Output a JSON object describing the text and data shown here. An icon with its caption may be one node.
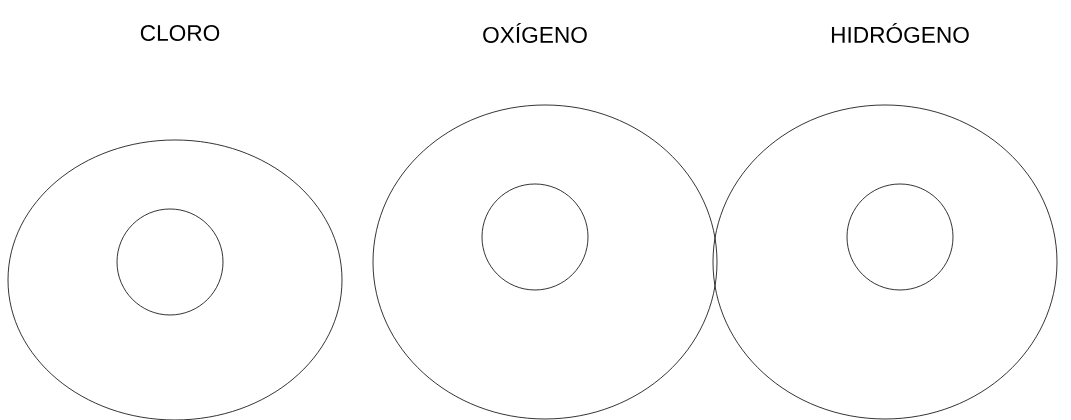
{
  "diagram": {
    "nodes": [
      {
        "text": [
          "CLORO"
        ]
      },
      {
        "text": [],
        "shape": "circle",
        "in": 0
      },
      {
        "text": [
          "OXÍGENO"
        ]
      },
      {
        "text": [],
        "shape": "circle",
        "in": 2
      },
      {
        "text": [
          "HIDRÓGENO"
        ]
      },
      {
        "text": [],
        "shape": "circle",
        "in": 4
      }
    ]
  }
}
